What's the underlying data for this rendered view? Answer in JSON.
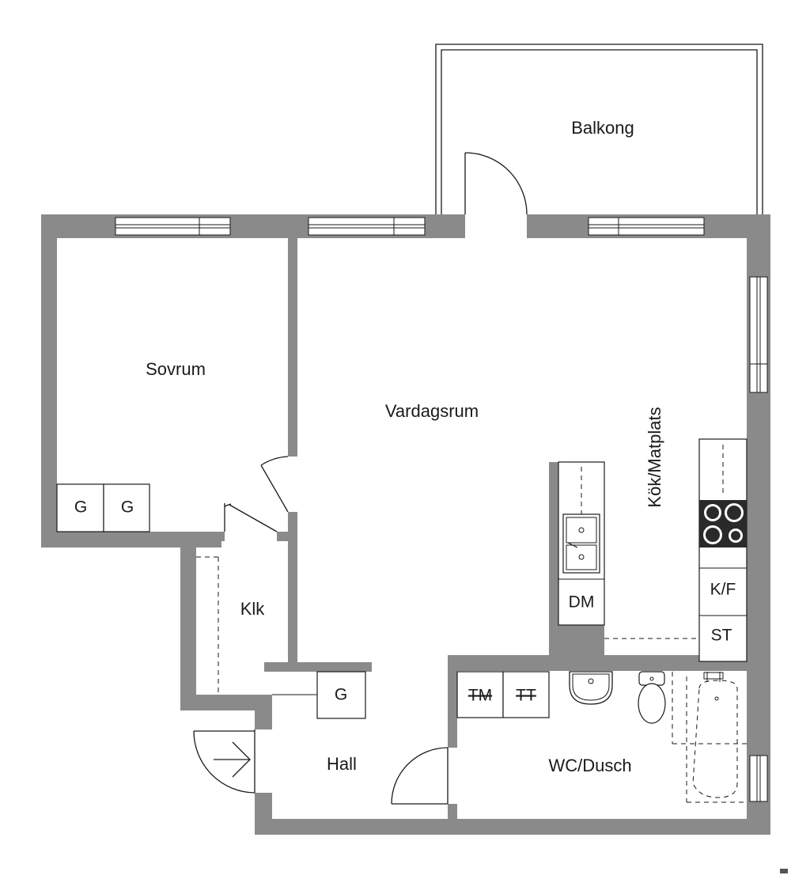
{
  "rooms": {
    "balcony": "Balkong",
    "bedroom": "Sovrum",
    "living": "Vardagsrum",
    "kitchen": "Kök/Matplats",
    "closet": "Klk",
    "hall": "Hall",
    "bathroom": "WC/Dusch"
  },
  "fixtures": {
    "wardrobe_1": "G",
    "wardrobe_2": "G",
    "hall_wardrobe": "G",
    "dishwasher": "DM",
    "fridge_freezer": "K/F",
    "storage": "ST",
    "washing_machine": "TM",
    "dryer": "TT"
  },
  "colors": {
    "wall": "#8a8a8a",
    "line": "#1a1a1a",
    "background": "#ffffff"
  },
  "icons": [
    "entrance-arrow-icon",
    "sink-icon",
    "stove-icon",
    "toilet-icon",
    "washbasin-icon",
    "bathtub-icon"
  ]
}
